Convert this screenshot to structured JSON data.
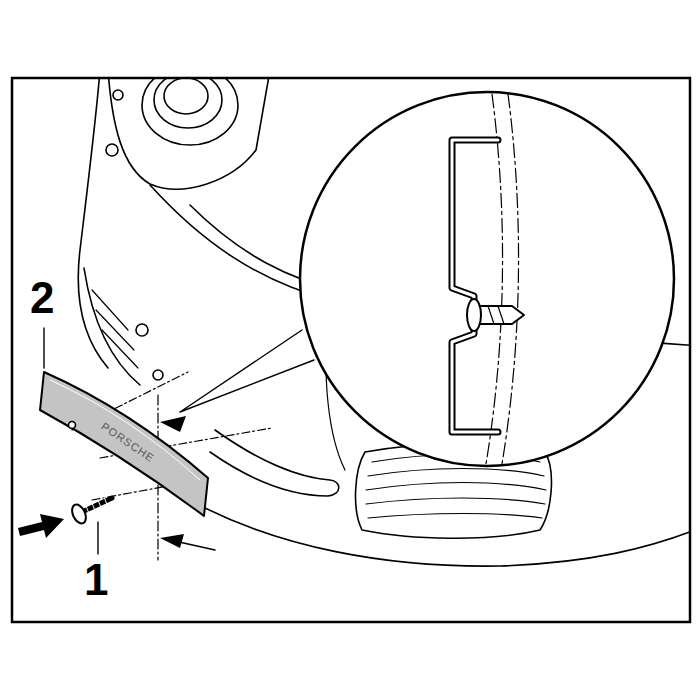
{
  "diagram": {
    "labels": [
      "2",
      "1",
      "PORSCHE"
    ]
  }
}
